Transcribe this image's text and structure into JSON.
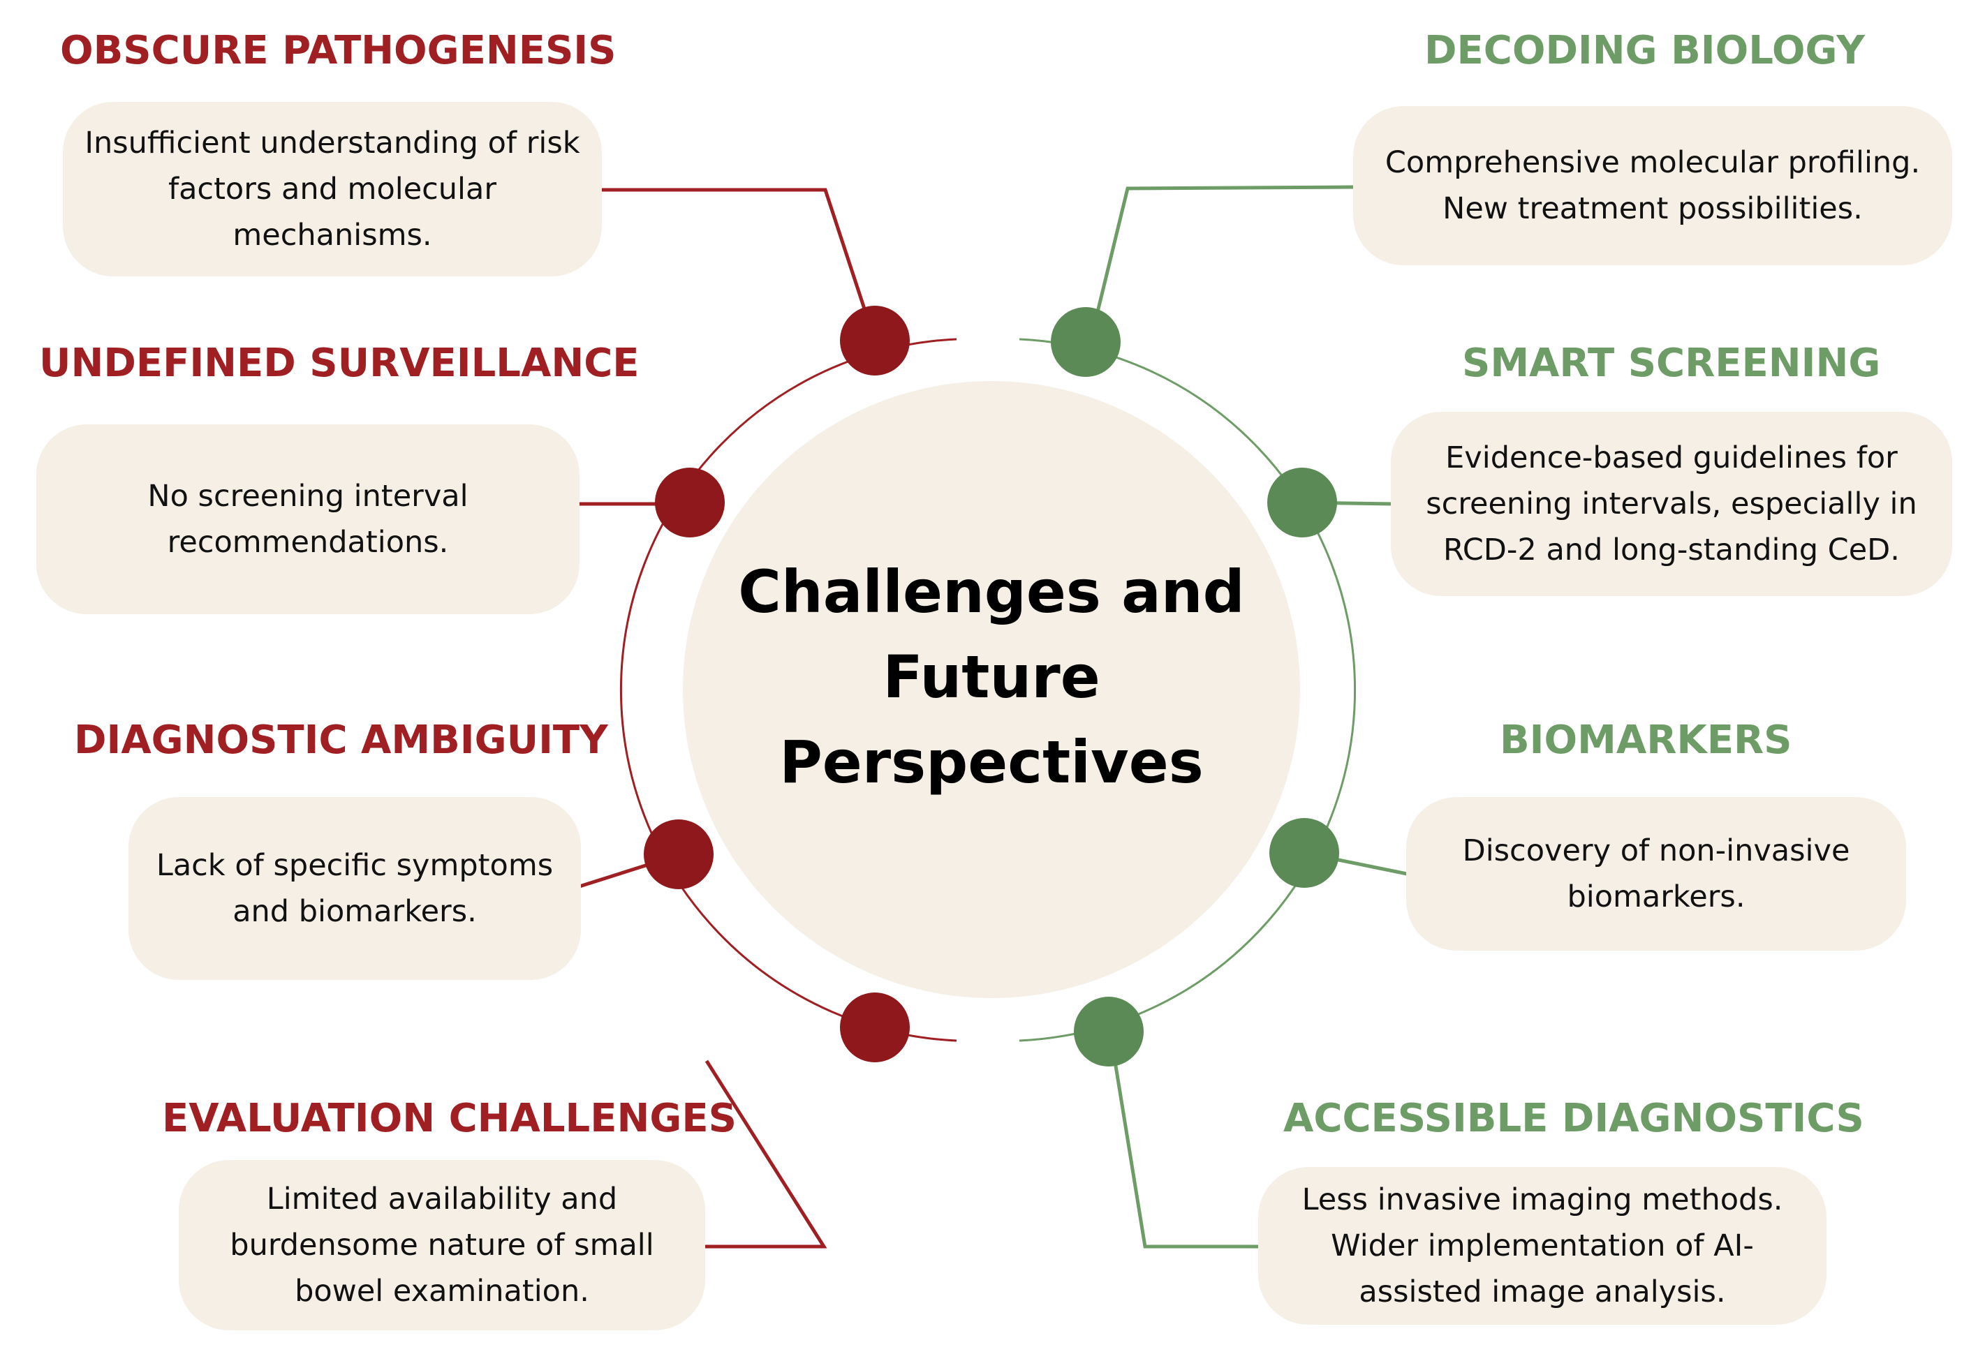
{
  "center_title": "Challenges and\nFuture\nPerspectives",
  "colors": {
    "challenge": "#a01f23",
    "challenge_node": "#8e181c",
    "perspective": "#6e9c66",
    "perspective_node": "#5c8a56",
    "box_fill": "#f5efe6"
  },
  "challenges": [
    {
      "title": "OBSCURE PATHOGENESIS",
      "text": "Insufficient understanding of risk\nfactors and molecular\nmechanisms."
    },
    {
      "title": "UNDEFINED SURVEILLANCE",
      "text": "No screening interval\nrecommendations."
    },
    {
      "title": "DIAGNOSTIC AMBIGUITY",
      "text": "Lack of specific symptoms\nand biomarkers."
    },
    {
      "title": "EVALUATION CHALLENGES",
      "text": "Limited availability and\nburdensome nature of small\nbowel examination."
    }
  ],
  "perspectives": [
    {
      "title": "DECODING BIOLOGY",
      "text": "Comprehensive molecular profiling.\nNew treatment possibilities."
    },
    {
      "title": "SMART SCREENING",
      "text": "Evidence-based guidelines for\nscreening intervals, especially in\nRCD-2 and long-standing CeD."
    },
    {
      "title": "BIOMARKERS",
      "text": "Discovery of non-invasive\nbiomarkers."
    },
    {
      "title": "ACCESSIBLE DIAGNOSTICS",
      "text": "Less invasive imaging methods.\nWider implementation of AI-\nassisted image analysis."
    }
  ]
}
